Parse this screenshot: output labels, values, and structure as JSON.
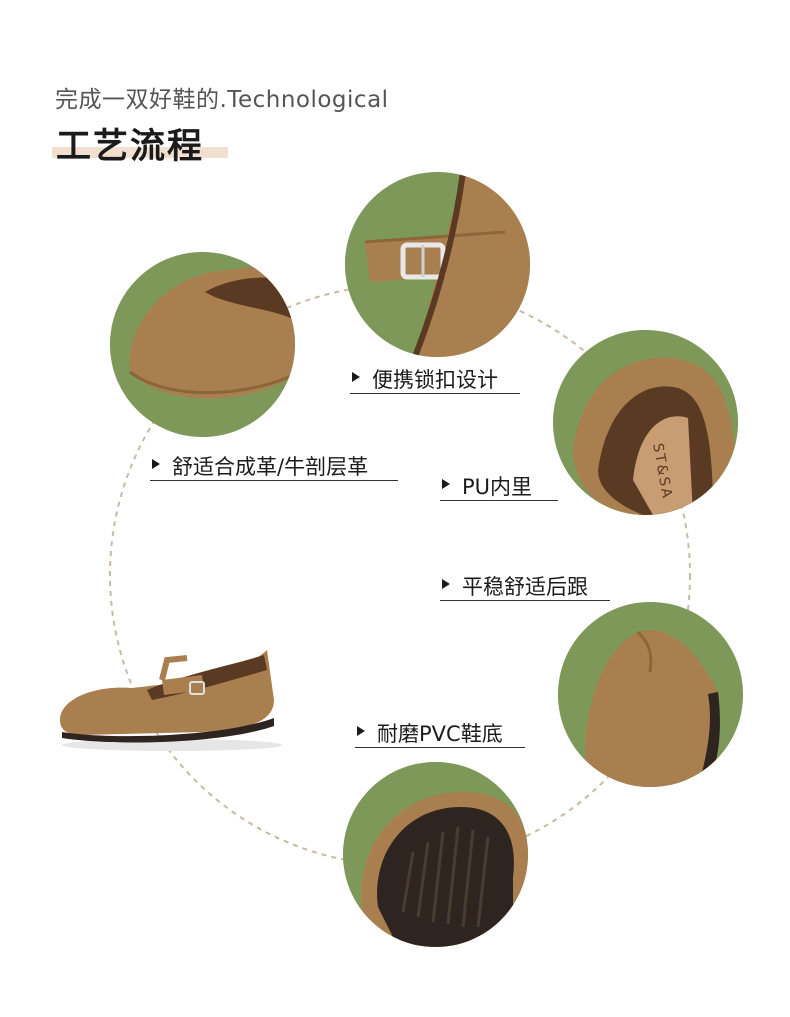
{
  "header": {
    "subtitle": "完成一双好鞋的.Technological",
    "title": "工艺流程"
  },
  "features": {
    "buckle": "便携锁扣设计",
    "leather": "舒适合成革/牛剖层革",
    "lining": "PU内里",
    "heel": "平稳舒适后跟",
    "sole": "耐磨PVC鞋底"
  },
  "lining_print": "ST&SA",
  "colors": {
    "suede": "#a97f4f",
    "suede_dark": "#8c6638",
    "background_green": "#7d9859",
    "sole": "#2e2520",
    "ring": "#c7bba6",
    "title_highlight": "#f1e0cf"
  }
}
